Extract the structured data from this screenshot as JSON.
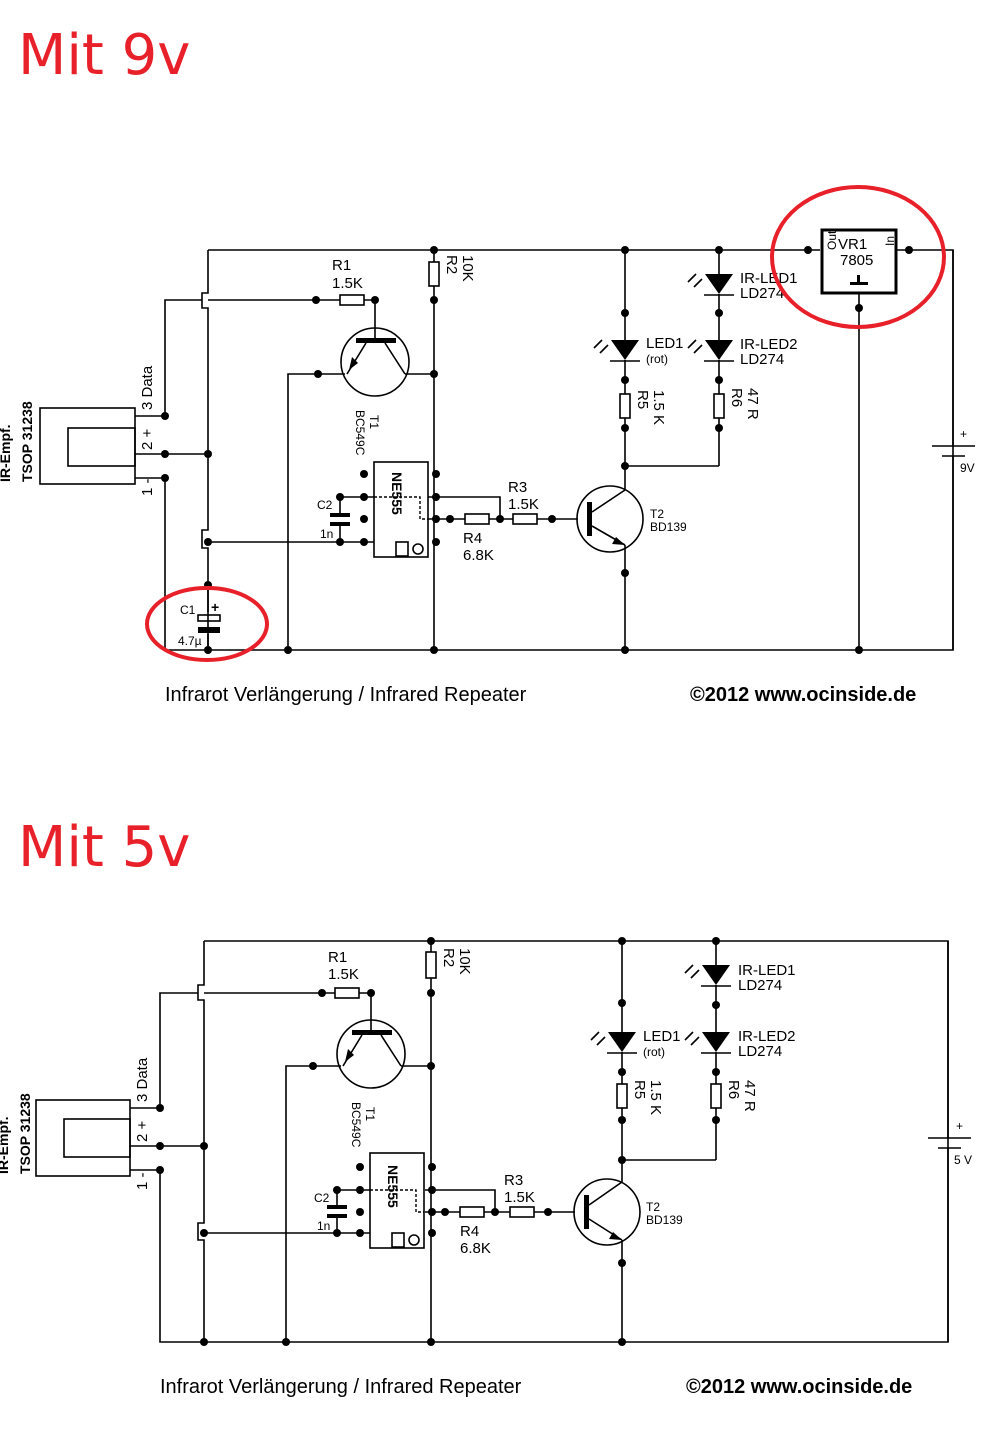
{
  "headings": [
    "Mit 9v",
    "Mit 5v"
  ],
  "colors": {
    "annotation": "#e8202a",
    "wire": "#000000"
  },
  "schematics": [
    {
      "variant": "9V",
      "receiver": {
        "name": "IR-Empf.",
        "part": "TSOP 31238",
        "pin3": "3 Data",
        "pin2": "2 +",
        "pin1": "1 -"
      },
      "R1": {
        "ref": "R1",
        "value": "1.5K"
      },
      "R2": {
        "ref": "R2",
        "value": "10K"
      },
      "T1": {
        "ref": "T1",
        "part": "BC549C"
      },
      "IC": {
        "part": "NE555"
      },
      "C2": {
        "ref": "C2",
        "value": "1n"
      },
      "R3": {
        "ref": "R3",
        "value": "1.5K"
      },
      "R4": {
        "ref": "R4",
        "value": "6.8K"
      },
      "T2": {
        "ref": "T2",
        "part": "BD139"
      },
      "LED1": {
        "ref": "LED1",
        "note": "(rot)"
      },
      "R5": {
        "ref": "R5",
        "value": "1.5 K"
      },
      "IRLED1": {
        "ref": "IR-LED1",
        "part": "LD274"
      },
      "IRLED2": {
        "ref": "IR-LED2",
        "part": "LD274"
      },
      "R6": {
        "ref": "R6",
        "value": "47 R"
      },
      "VR1": {
        "ref": "VR1",
        "part": "7805",
        "out": "Out",
        "in": "In"
      },
      "C1": {
        "ref": "C1",
        "value": "4.7µ"
      },
      "battery": {
        "plus": "+",
        "value": "9V"
      },
      "caption": "Infrarot Verlängerung / Infrared Repeater",
      "copyright": "©2012 www.ocinside.de"
    },
    {
      "variant": "5V",
      "receiver": {
        "name": "IR-Empf.",
        "part": "TSOP 31238",
        "pin3": "3 Data",
        "pin2": "2 +",
        "pin1": "1 -"
      },
      "R1": {
        "ref": "R1",
        "value": "1.5K"
      },
      "R2": {
        "ref": "R2",
        "value": "10K"
      },
      "T1": {
        "ref": "T1",
        "part": "BC549C"
      },
      "IC": {
        "part": "NE555"
      },
      "C2": {
        "ref": "C2",
        "value": "1n"
      },
      "R3": {
        "ref": "R3",
        "value": "1.5K"
      },
      "R4": {
        "ref": "R4",
        "value": "6.8K"
      },
      "T2": {
        "ref": "T2",
        "part": "BD139"
      },
      "LED1": {
        "ref": "LED1",
        "note": "(rot)"
      },
      "R5": {
        "ref": "R5",
        "value": "1.5 K"
      },
      "IRLED1": {
        "ref": "IR-LED1",
        "part": "LD274"
      },
      "IRLED2": {
        "ref": "IR-LED2",
        "part": "LD274"
      },
      "R6": {
        "ref": "R6",
        "value": "47 R"
      },
      "battery": {
        "plus": "+",
        "value": "5 V"
      },
      "caption": "Infrarot Verlängerung / Infrared Repeater",
      "copyright": "©2012 www.ocinside.de"
    }
  ]
}
